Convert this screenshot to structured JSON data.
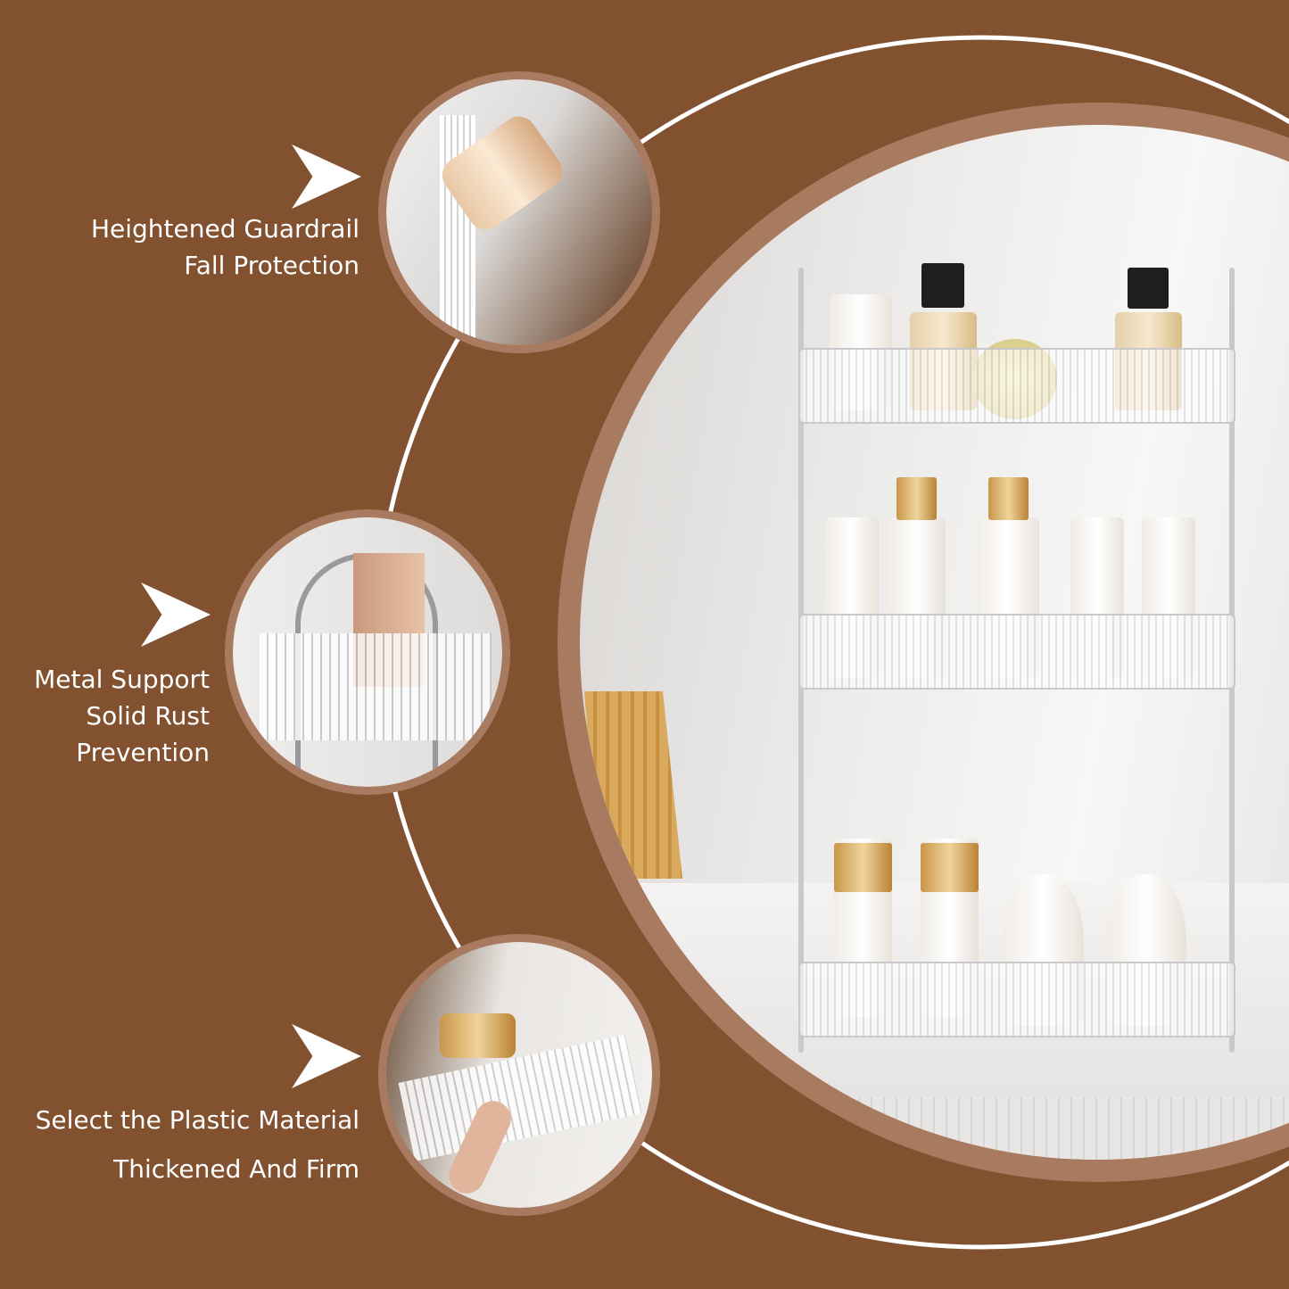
{
  "features": [
    {
      "lines": [
        "Heightened Guardrail",
        "Fall Protection"
      ],
      "icon": "arrow-right-icon"
    },
    {
      "lines": [
        "Metal Support",
        "Solid Rust",
        "Prevention"
      ],
      "icon": "arrow-right-icon"
    },
    {
      "lines": [
        "Select the Plastic Material",
        "Thickened And Firm"
      ],
      "icon": "arrow-right-icon"
    }
  ],
  "colors": {
    "background": "#82512F",
    "ring": "#A87A5F",
    "text": "#FFFFFF"
  }
}
